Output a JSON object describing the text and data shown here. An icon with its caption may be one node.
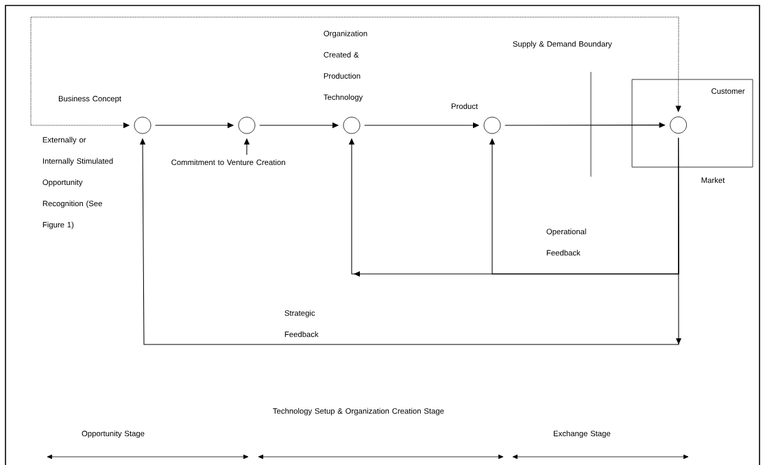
{
  "diagram": {
    "nodes": [
      {
        "text": [
          "Business Concept"
        ]
      },
      {
        "text": [],
        "shape": "circle"
      },
      {
        "text": [
          "Organization Created & Production Technology"
        ]
      },
      {
        "text": [
          "Product"
        ]
      },
      {
        "text": [
          "Customer"
        ],
        "beside": [
          "Market"
        ]
      },
      {
        "text": [],
        "shape": "circle",
        "in": 4
      },
      {
        "text": [
          "Commitment to Venture Creation"
        ]
      }
    ],
    "edges": [
      {
        "from": 0,
        "to": 1,
        "arrow": "to"
      },
      {
        "from": 1,
        "to": 2,
        "arrow": "to"
      },
      {
        "from": 2,
        "to": 3,
        "arrow": "to"
      },
      {
        "from": 3,
        "to": 5,
        "arrow": "to"
      },
      {
        "from": 6,
        "to": 1,
        "arrow": "to"
      },
      {
        "from": 5,
        "to": 2,
        "arrow": "to",
        "label": "Operational Feedback"
      },
      {
        "from": 5,
        "to": 3,
        "arrow": "to"
      },
      {
        "from": 5,
        "to": 0,
        "arrow": "to",
        "label": "Strategic Feedback"
      },
      {
        "from": 5,
        "to": 0,
        "arrow": "both",
        "style": "dashed"
      }
    ],
    "labels": [
      "Externally or Internally Stimulated Opportunity Recognition (See Figure 1)",
      "Supply & Demand Boundary",
      "Opportunity Stage",
      "Technology Setup & Organization Creation Stage",
      "Exchange Stage"
    ]
  }
}
